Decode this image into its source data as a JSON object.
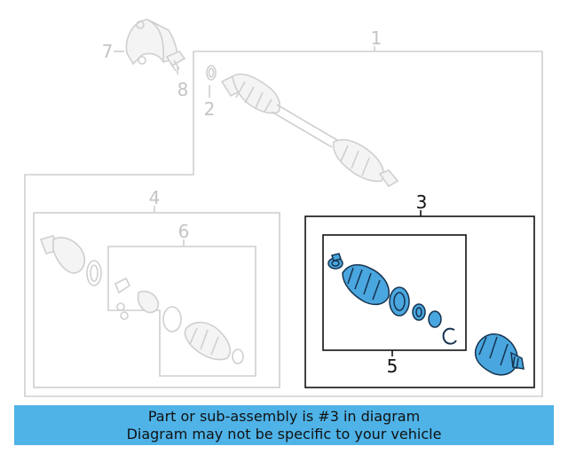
{
  "callouts": {
    "c1": "1",
    "c2": "2",
    "c3": "3",
    "c4": "4",
    "c5": "5",
    "c6": "6",
    "c7": "7",
    "c8": "8"
  },
  "banner": {
    "line1": "Part or sub-assembly is #3 in diagram",
    "line2": "Diagram may not be specific to your vehicle"
  },
  "colors": {
    "highlight_part": "#4aa6df",
    "banner_bg": "#4fb3e8",
    "ghost_line": "#cfcfcf"
  }
}
